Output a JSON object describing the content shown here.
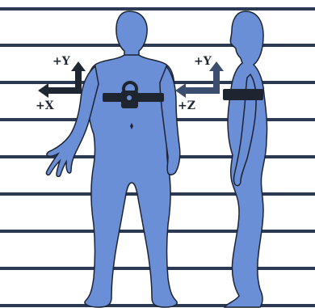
{
  "colors": {
    "background": "#ffffff",
    "stripe": "#2b3a52",
    "body_fill": "#6b8fd6",
    "body_outline": "#1c2333",
    "strap": "#1e2530",
    "arrow": "#1f2733",
    "arrow_light": "#3b4e6e"
  },
  "front_figure": {
    "y_axis_label": "+Y",
    "x_axis_label": "+X"
  },
  "side_figure": {
    "y_axis_label": "+Y",
    "z_axis_label": "+Z"
  }
}
